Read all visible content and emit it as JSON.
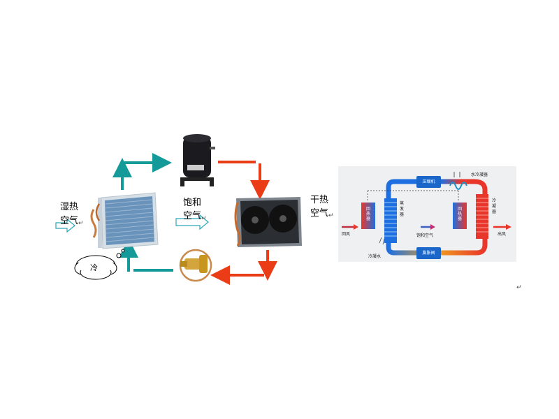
{
  "left": {
    "wet_hot_air": [
      "湿热",
      "空气"
    ],
    "saturated_air": [
      "饱和",
      "空气"
    ],
    "dry_hot_air": [
      "干热",
      "空气"
    ],
    "cold_cloud": "冷",
    "paragraph_mark": "↵"
  },
  "right": {
    "compressor": "压缩机",
    "water_condenser": "水冷凝器",
    "return_air": "回风",
    "reheater_left": "回热器",
    "evaporator": "蒸发器",
    "saturated_air": "饱和空气",
    "reheater_right": "回热器",
    "condenser": "冷凝器",
    "outlet_air": "出风",
    "condensate_water": "冷凝水",
    "expansion_valve": "膨胀阀",
    "paragraph_mark": "↵"
  },
  "colors": {
    "teal_arrow": "#159a9a",
    "red_arrow": "#ea3d17",
    "blue_flow": "#1e70e0",
    "red_flow": "#e8362b",
    "panel_bg": "#eef0f2"
  }
}
